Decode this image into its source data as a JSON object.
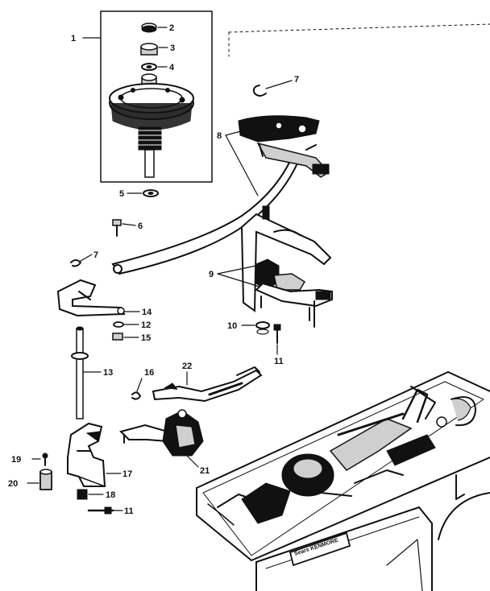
{
  "callouts": [
    {
      "id": "c1",
      "text": "1"
    },
    {
      "id": "c2",
      "text": "2"
    },
    {
      "id": "c3",
      "text": "3"
    },
    {
      "id": "c4",
      "text": "4"
    },
    {
      "id": "c5",
      "text": "5"
    },
    {
      "id": "c6",
      "text": "6"
    },
    {
      "id": "c7a",
      "text": "7"
    },
    {
      "id": "c7b",
      "text": "7"
    },
    {
      "id": "c8",
      "text": "8"
    },
    {
      "id": "c9",
      "text": "9"
    },
    {
      "id": "c10",
      "text": "10"
    },
    {
      "id": "c11a",
      "text": "11"
    },
    {
      "id": "c11b",
      "text": "11"
    },
    {
      "id": "c12",
      "text": "12"
    },
    {
      "id": "c13",
      "text": "13"
    },
    {
      "id": "c14",
      "text": "14"
    },
    {
      "id": "c15",
      "text": "15"
    },
    {
      "id": "c16",
      "text": "16"
    },
    {
      "id": "c17",
      "text": "17"
    },
    {
      "id": "c18",
      "text": "18"
    },
    {
      "id": "c19",
      "text": "19"
    },
    {
      "id": "c20",
      "text": "20"
    },
    {
      "id": "c21",
      "text": "21"
    },
    {
      "id": "c22",
      "text": "22"
    }
  ],
  "machine": {
    "badge_text": "Sears KENMORE"
  },
  "colors": {
    "ink": "#111111",
    "background": "#ffffff"
  }
}
